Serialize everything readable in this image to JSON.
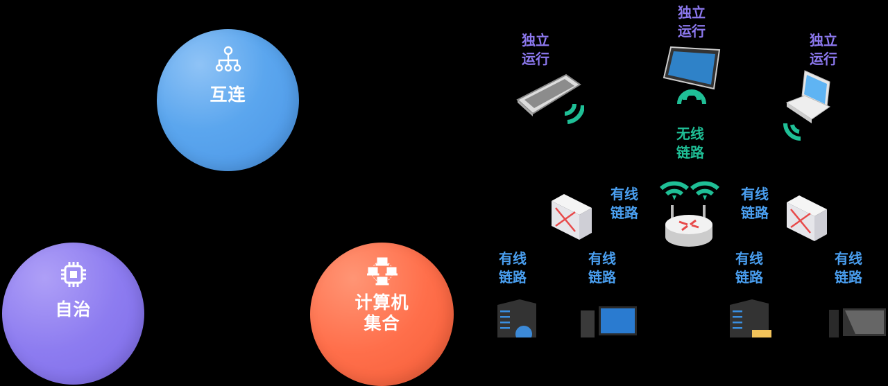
{
  "concepts": [
    {
      "id": "interconnect",
      "label": "互连",
      "icon": "hierarchy-network-icon",
      "color": "#5ba6ee"
    },
    {
      "id": "autonomous",
      "label": "自治",
      "icon": "cpu-chip-icon",
      "color": "#8d7cf0"
    },
    {
      "id": "computer-set",
      "label_line1": "计算机",
      "label_line2": "集合",
      "icon": "computer-network-icon",
      "color": "#ff6f4b"
    }
  ],
  "labels": {
    "standalone": {
      "line1": "独立",
      "line2": "运行",
      "color": "#8c78ee"
    },
    "wireless": {
      "line1": "无线",
      "line2": "链路",
      "color": "#1fbf96"
    },
    "wired": {
      "line1": "有线",
      "line2": "链路",
      "color": "#4a9ff0"
    }
  },
  "devices": [
    "smartphone",
    "tablet",
    "laptop",
    "router",
    "switch-left",
    "switch-right",
    "server-globe",
    "desktop-pc",
    "server-folder",
    "desktop-pc-gray"
  ]
}
